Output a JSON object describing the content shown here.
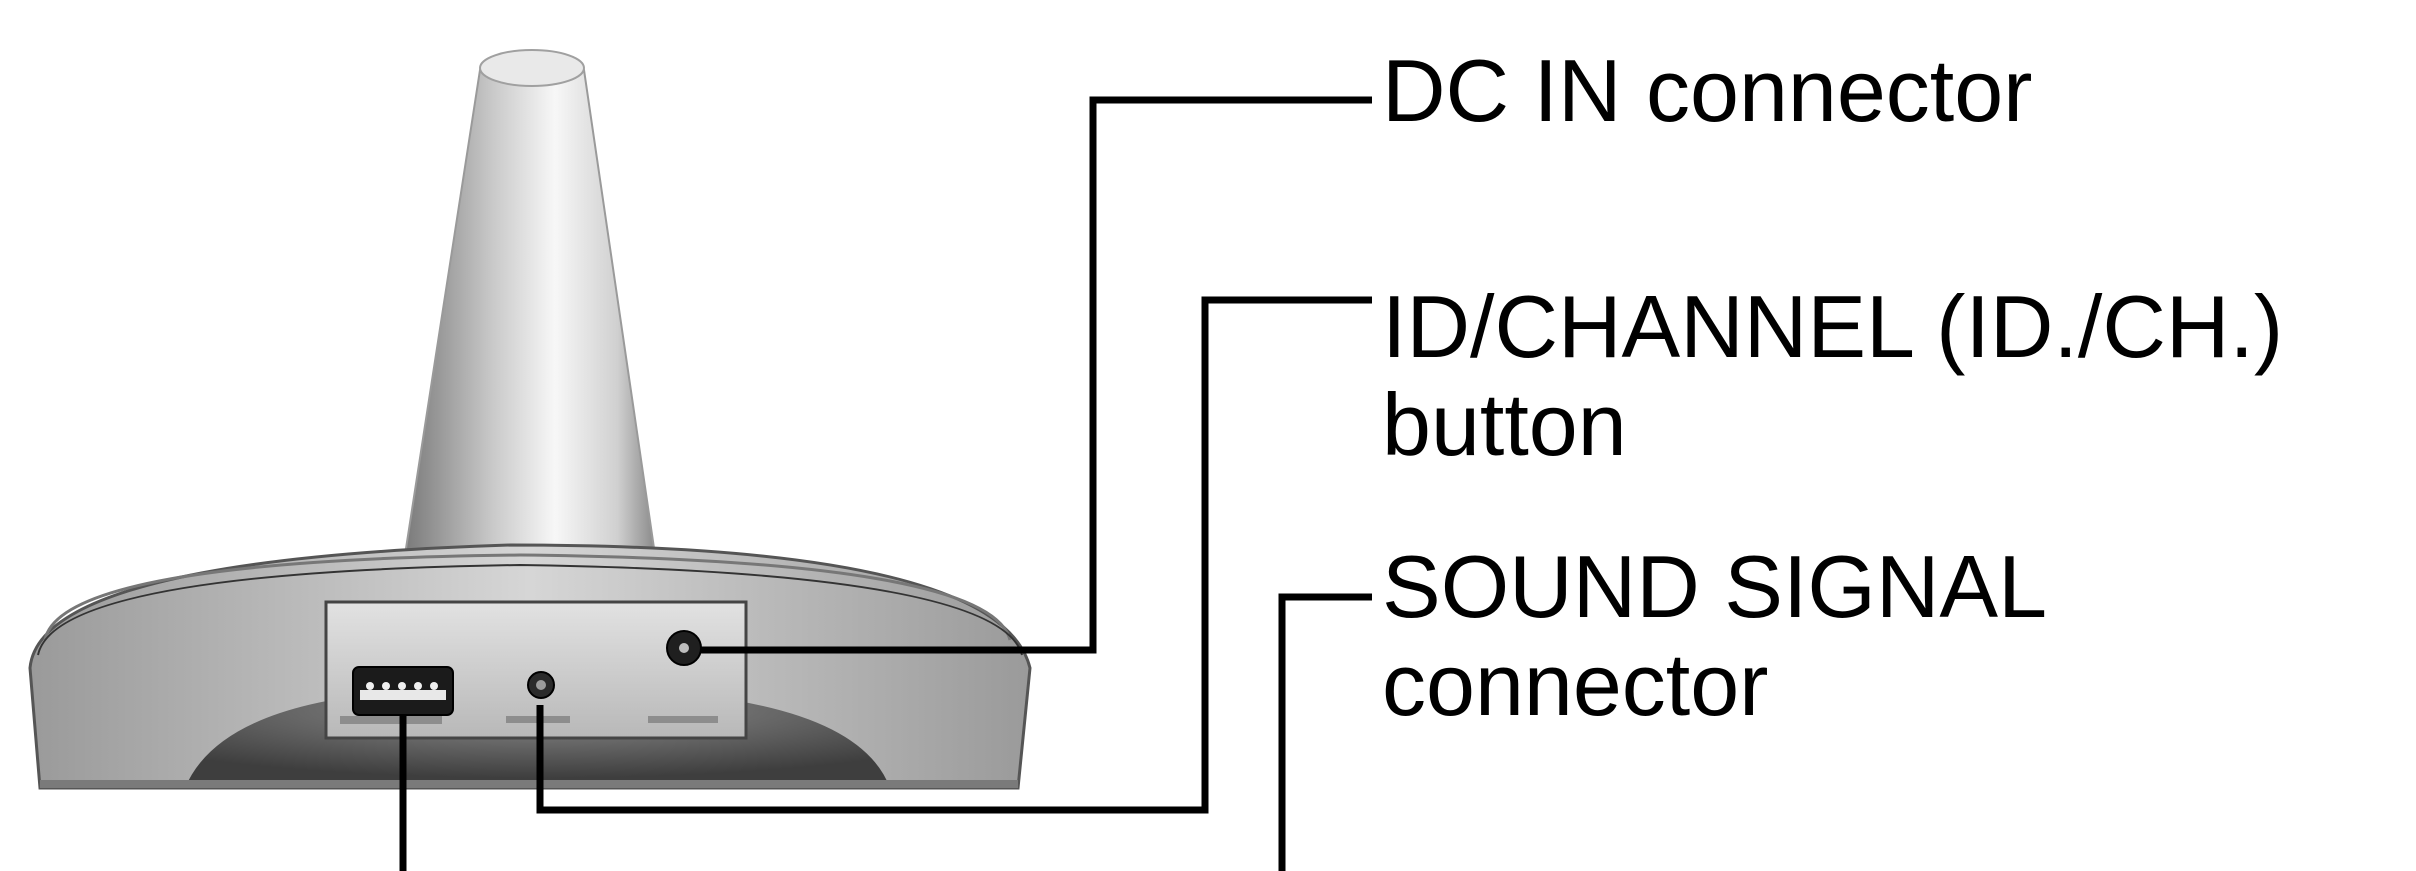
{
  "callouts": {
    "dc_in": {
      "text": "DC IN connector"
    },
    "id_channel": {
      "line1": "ID/CHANNEL (ID./CH.)",
      "line2": "button"
    },
    "sound_signal": {
      "line1": "SOUND SIGNAL",
      "line2": "connector"
    }
  },
  "colors": {
    "ink": "#000000",
    "background": "#ffffff",
    "body_light": "#f4f4f4",
    "body_mid": "#bdbdbd",
    "body_dark": "#5a5a5a",
    "panel": "#cfcfcf"
  },
  "icons": [
    "wireless-receiver-illustration",
    "antenna-cone",
    "usb-port-icon",
    "id-channel-button-icon",
    "dc-jack-icon"
  ]
}
